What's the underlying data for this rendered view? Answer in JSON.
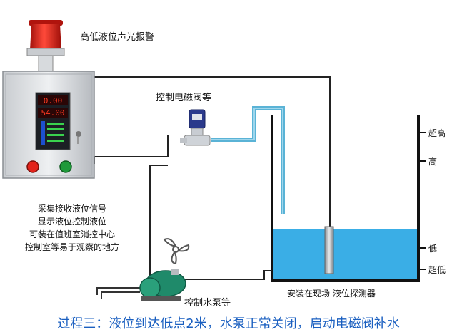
{
  "labels": {
    "alarm": "高低液位声光报警",
    "valve": "控制电磁阀等",
    "pump": "控制水泵等",
    "probe": "安装在现场 液位探测器"
  },
  "panel_display": {
    "top_reading": "0.00",
    "bottom_reading": "54.00"
  },
  "panel_description": [
    "采集接收液位信号",
    "显示液位控制液位",
    "可装在值班室消控中心",
    "控制室等易于观察的地方"
  ],
  "levels": {
    "super_high": "超高",
    "high": "高",
    "low": "低",
    "super_low": "超低"
  },
  "caption": "过程三：液位到达低点2米，水泵正常关闭，启动电磁阀补水",
  "colors": {
    "water": "#3aaee6",
    "pipe": "#5ab3d6",
    "alarm_red": "#e3231b",
    "pump_green": "#1f8a6a",
    "caption": "#1a5fc0"
  }
}
